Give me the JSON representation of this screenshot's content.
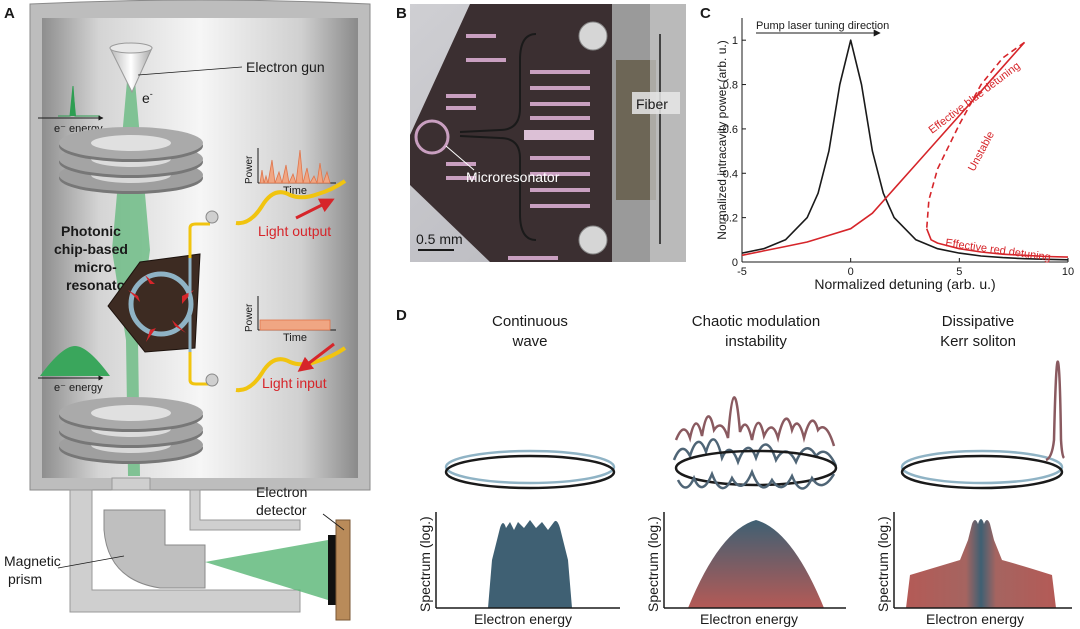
{
  "panels": {
    "a": {
      "letter": "A",
      "electron_gun": "Electron gun",
      "e_symbol": "e",
      "e_sup": "-",
      "e_energy_top": "e⁻ energy",
      "e_energy_bottom": "e⁻ energy",
      "chip_lines": [
        "Photonic",
        "chip-based",
        "micro-",
        "resonator"
      ],
      "power": "Power",
      "time": "Time",
      "light_output": "Light output",
      "light_input": "Light input",
      "electron_detector_lines": [
        "Electron",
        "detector"
      ],
      "magnetic_prism_lines": [
        "Magnetic",
        "prism"
      ]
    },
    "b": {
      "letter": "B",
      "fiber": "Fiber",
      "microresonator": "Microresonator",
      "scale": "0.5 mm"
    },
    "c": {
      "letter": "C",
      "arrow_label": "Pump laser tuning direction",
      "blue_label": "Effective blue detuning",
      "unstable_label": "Unstable",
      "red_label": "Effective red detuning"
    },
    "d": {
      "letter": "D",
      "titles": [
        [
          "Continuous",
          "wave"
        ],
        [
          "Chaotic modulation",
          "instability"
        ],
        [
          "Dissipative",
          "Kerr soliton"
        ]
      ],
      "ylabel": "Spectrum (log.)",
      "xlabel": "Electron energy"
    }
  },
  "chart_data": {
    "type": "line",
    "xlabel": "Normalized detuning (arb. u.)",
    "ylabel": "Normalized intracavity power (arb. u.)",
    "xlim": [
      -5,
      10
    ],
    "ylim": [
      0,
      1.1
    ],
    "xticks": [
      -5,
      0,
      5,
      10
    ],
    "yticks": [
      0,
      0.2,
      0.4,
      0.6,
      0.8,
      1
    ],
    "grid": false,
    "series": [
      {
        "name": "",
        "color": "#1a1a1a",
        "x": [
          -5,
          -4,
          -3,
          -2,
          -1.5,
          -1,
          -0.5,
          0,
          0.5,
          1,
          1.5,
          2,
          3,
          4,
          5,
          6,
          7,
          8,
          9,
          10
        ],
        "y": [
          0.04,
          0.06,
          0.1,
          0.2,
          0.31,
          0.5,
          0.8,
          1.0,
          0.8,
          0.5,
          0.31,
          0.2,
          0.1,
          0.06,
          0.04,
          0.027,
          0.02,
          0.015,
          0.012,
          0.01
        ]
      },
      {
        "name": "Effective blue detuning",
        "color": "#d6252a",
        "x": [
          -5,
          -4,
          -3,
          -2,
          -1,
          0,
          1,
          2,
          3,
          4,
          5,
          6,
          7,
          8
        ],
        "y": [
          0.03,
          0.05,
          0.07,
          0.09,
          0.12,
          0.15,
          0.22,
          0.33,
          0.44,
          0.55,
          0.66,
          0.77,
          0.88,
          0.99
        ]
      },
      {
        "name": "Unstable",
        "color": "#d6252a",
        "dashed": true,
        "x": [
          8,
          7,
          6,
          5,
          4,
          3.6,
          3.5
        ],
        "y": [
          0.99,
          0.92,
          0.8,
          0.62,
          0.42,
          0.28,
          0.15
        ]
      },
      {
        "name": "Effective red detuning",
        "color": "#d6252a",
        "x": [
          3.5,
          3.7,
          4,
          5,
          6,
          7,
          8,
          9,
          10
        ],
        "y": [
          0.15,
          0.1,
          0.085,
          0.06,
          0.045,
          0.035,
          0.03,
          0.025,
          0.022
        ]
      }
    ]
  }
}
